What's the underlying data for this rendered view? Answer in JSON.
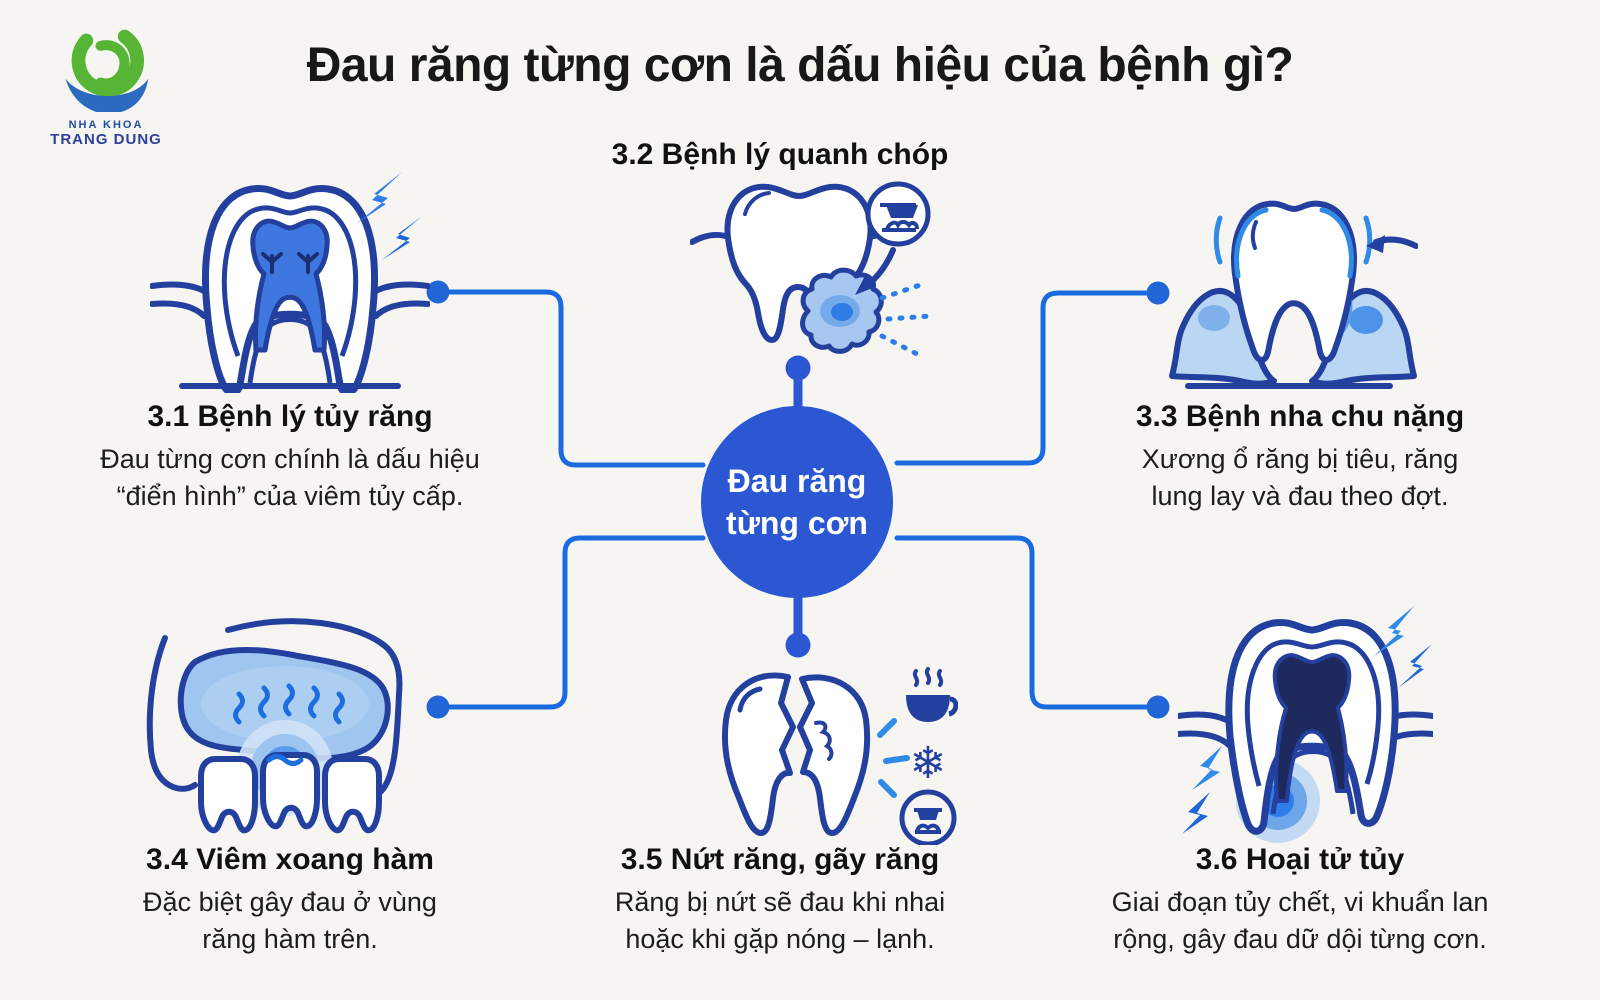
{
  "logo": {
    "line1": "NHA KHOA",
    "line2": "TRANG DUNG",
    "mark": "green-d-swoosh-logo"
  },
  "title": "Đau răng từng cơn là dấu hiệu của bệnh gì?",
  "center": {
    "line1": "Đau răng",
    "line2": "từng cơn"
  },
  "sections": {
    "s1": {
      "title": "3.1 Bệnh lý tủy răng",
      "body": [
        "Đau từng cơn chính là dấu hiệu",
        "“điển hình” của viêm tủy cấp."
      ],
      "icon": "tooth-pulpitis-icon"
    },
    "s2": {
      "title": "3.2 Bệnh lý quanh chóp",
      "body": [],
      "icon": "tooth-apical-abscess-icon"
    },
    "s3": {
      "title": "3.3 Bệnh nha chu nặng",
      "body": [
        "Xương ổ răng bị tiêu, răng",
        "lung lay và đau theo đợt."
      ],
      "icon": "tooth-periodontitis-icon"
    },
    "s4": {
      "title": "3.4 Viêm xoang hàm",
      "body": [
        "Đặc biệt gây đau ở vùng",
        "răng hàm trên."
      ],
      "icon": "maxillary-sinusitis-icon"
    },
    "s5": {
      "title": "3.5 Nứt răng, gãy răng",
      "body": [
        "Răng bị nứt sẽ đau khi nhai",
        "hoặc khi gặp nóng – lạnh."
      ],
      "icon": "cracked-tooth-icon"
    },
    "s6": {
      "title": "3.6 Hoại tử tủy",
      "body": [
        "Giai đoạn tủy chết, vi khuẩn lan",
        "rộng, gây đau dữ dội từng cơn."
      ],
      "icon": "pulp-necrosis-icon"
    }
  },
  "colors": {
    "background": "#f7f5f2",
    "center_circle": "#2b57d3",
    "connector_line": "#1a6ae0",
    "connector_dot": "#2166d6",
    "icon_stroke_navy": "#24409f",
    "icon_bright_blue": "#2f7de8",
    "icon_light_blue_fill": "#a9cbf0",
    "dead_pulp_navy": "#1e2a5e",
    "logo_green": "#56b535",
    "logo_blue": "#2a6bc0",
    "title_text": "#181818"
  }
}
